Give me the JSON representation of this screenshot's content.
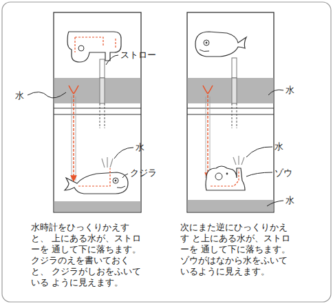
{
  "diagram": {
    "labels": [
      "ストロー",
      "水",
      "水",
      "クジラ",
      "水時計をひっくりかえすと、 上にある水が、ストローを 通して下に落ちます。 クジラのえを書いておくと、 クジラがしおをふいている ように見えます。",
      "水",
      "水",
      "ゾウ",
      "水",
      "次にまた逆にひっくりかえす と上にある水が、ストローを 通して下に落ちます。 ゾウがはなから水をふいて いるように見えます。"
    ]
  }
}
